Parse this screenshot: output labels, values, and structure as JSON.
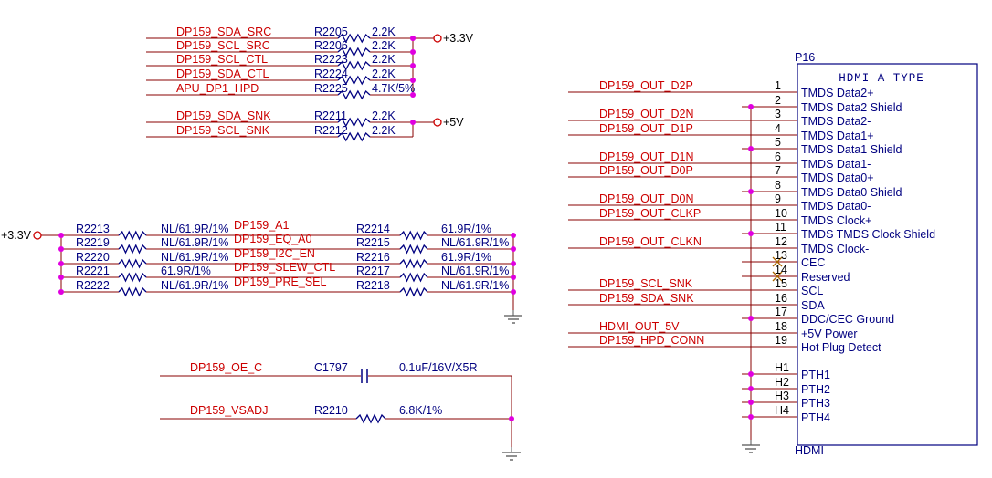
{
  "colors": {
    "wire": "#880000",
    "net_label": "#cc0000",
    "ref": "#000080",
    "junction": "#e000e0",
    "component": "#000080",
    "ground": "#555555"
  },
  "power": {
    "v33_top": "+3.3V",
    "v5": "+5V",
    "v33_left": "+3.3V"
  },
  "top_block": {
    "rows": [
      {
        "net": "DP159_SDA_SRC",
        "ref": "R2205",
        "value": "2.2K"
      },
      {
        "net": "DP159_SCL_SRC",
        "ref": "R2206",
        "value": "2.2K"
      },
      {
        "net": "DP159_SCL_CTL",
        "ref": "R2223",
        "value": "2.2K"
      },
      {
        "net": "DP159_SDA_CTL",
        "ref": "R2224",
        "value": "2.2K"
      },
      {
        "net": "APU_DP1_HPD",
        "ref": "R2225",
        "value": "4.7K/5%"
      }
    ],
    "snk_rows": [
      {
        "net": "DP159_SDA_SNK",
        "ref": "R2211",
        "value": "2.2K"
      },
      {
        "net": "DP159_SCL_SNK",
        "ref": "R2212",
        "value": "2.2K"
      }
    ]
  },
  "config_block": {
    "rows": [
      {
        "left_ref": "R2213",
        "left_val": "NL/61.9R/1%",
        "net": "DP159_A1",
        "right_ref": "R2214",
        "right_val": "61.9R/1%"
      },
      {
        "left_ref": "R2219",
        "left_val": "NL/61.9R/1%",
        "net": "DP159_EQ_A0",
        "right_ref": "R2215",
        "right_val": "NL/61.9R/1%"
      },
      {
        "left_ref": "R2220",
        "left_val": "NL/61.9R/1%",
        "net": "DP159_I2C_EN",
        "right_ref": "R2216",
        "right_val": "61.9R/1%"
      },
      {
        "left_ref": "R2221",
        "left_val": "61.9R/1%",
        "net": "DP159_SLEW_CTL",
        "right_ref": "R2217",
        "right_val": "NL/61.9R/1%"
      },
      {
        "left_ref": "R2222",
        "left_val": "NL/61.9R/1%",
        "net": "DP159_PRE_SEL",
        "right_ref": "R2218",
        "right_val": "NL/61.9R/1%"
      }
    ]
  },
  "bottom_block": {
    "cap": {
      "net": "DP159_OE_C",
      "ref": "C1797",
      "value": "0.1uF/16V/X5R"
    },
    "res": {
      "net": "DP159_VSADJ",
      "ref": "R2210",
      "value": "6.8K/1%"
    }
  },
  "connector": {
    "ref": "P16",
    "title": "HDMI A TYPE",
    "footer": "HDMI",
    "pins": [
      {
        "num": "1",
        "name": "TMDS Data2+",
        "net": "DP159_OUT_D2P"
      },
      {
        "num": "2",
        "name": "TMDS Data2 Shield",
        "net": ""
      },
      {
        "num": "3",
        "name": "TMDS Data2-",
        "net": "DP159_OUT_D2N"
      },
      {
        "num": "4",
        "name": "TMDS Data1+",
        "net": "DP159_OUT_D1P"
      },
      {
        "num": "5",
        "name": "TMDS Data1 Shield",
        "net": ""
      },
      {
        "num": "6",
        "name": "TMDS Data1-",
        "net": "DP159_OUT_D1N"
      },
      {
        "num": "7",
        "name": "TMDS Data0+",
        "net": "DP159_OUT_D0P"
      },
      {
        "num": "8",
        "name": "TMDS Data0 Shield",
        "net": ""
      },
      {
        "num": "9",
        "name": "TMDS Data0-",
        "net": "DP159_OUT_D0N"
      },
      {
        "num": "10",
        "name": "TMDS Clock+",
        "net": "DP159_OUT_CLKP"
      },
      {
        "num": "11",
        "name": "TMDS TMDS Clock Shield",
        "net": ""
      },
      {
        "num": "12",
        "name": "TMDS Clock-",
        "net": "DP159_OUT_CLKN"
      },
      {
        "num": "13",
        "name": "CEC",
        "net": ""
      },
      {
        "num": "14",
        "name": "Reserved",
        "net": ""
      },
      {
        "num": "15",
        "name": "SCL",
        "net": "DP159_SCL_SNK"
      },
      {
        "num": "16",
        "name": "SDA",
        "net": "DP159_SDA_SNK"
      },
      {
        "num": "17",
        "name": "DDC/CEC Ground",
        "net": ""
      },
      {
        "num": "18",
        "name": "+5V Power",
        "net": "HDMI_OUT_5V"
      },
      {
        "num": "19",
        "name": "Hot Plug Detect",
        "net": "DP159_HPD_CONN"
      },
      {
        "num": "H1",
        "name": "PTH1",
        "net": ""
      },
      {
        "num": "H2",
        "name": "PTH2",
        "net": ""
      },
      {
        "num": "H3",
        "name": "PTH3",
        "net": ""
      },
      {
        "num": "H4",
        "name": "PTH4",
        "net": ""
      }
    ]
  }
}
